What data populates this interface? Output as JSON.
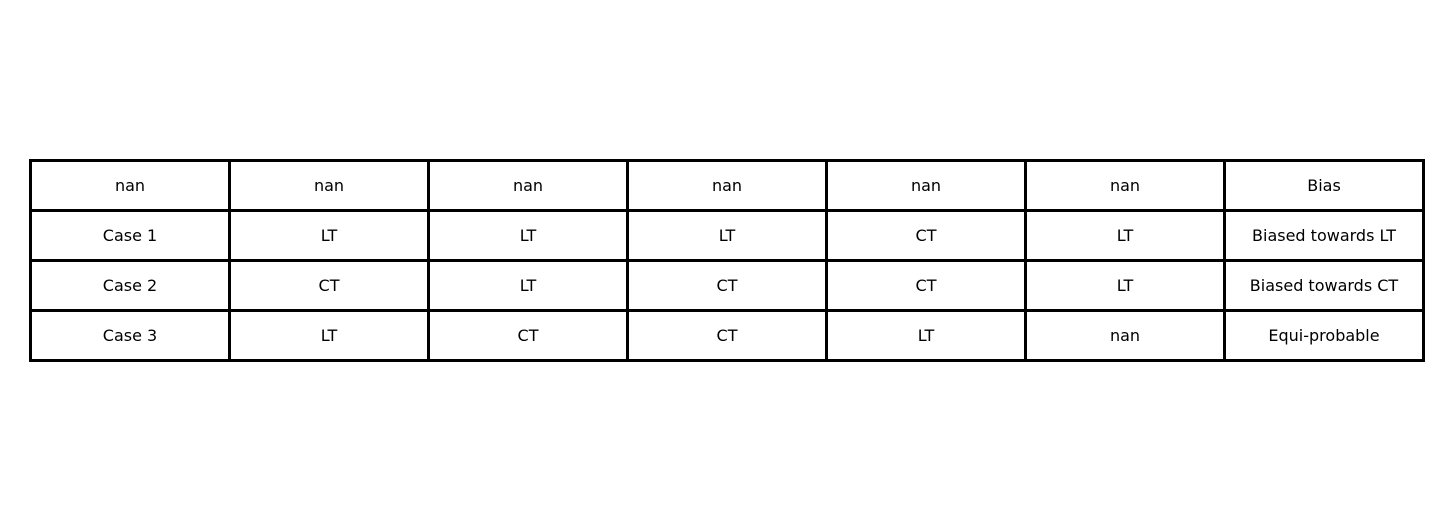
{
  "chart_data": {
    "type": "table",
    "rows": [
      [
        "nan",
        "nan",
        "nan",
        "nan",
        "nan",
        "nan",
        "Bias"
      ],
      [
        "Case 1",
        "LT",
        "LT",
        "LT",
        "CT",
        "LT",
        "Biased towards LT"
      ],
      [
        "Case 2",
        "CT",
        "LT",
        "CT",
        "CT",
        "LT",
        "Biased towards CT"
      ],
      [
        "Case 3",
        "LT",
        "CT",
        "CT",
        "LT",
        "nan",
        "Equi-probable"
      ]
    ],
    "border_color": "#000000",
    "text_color": "#000000"
  }
}
